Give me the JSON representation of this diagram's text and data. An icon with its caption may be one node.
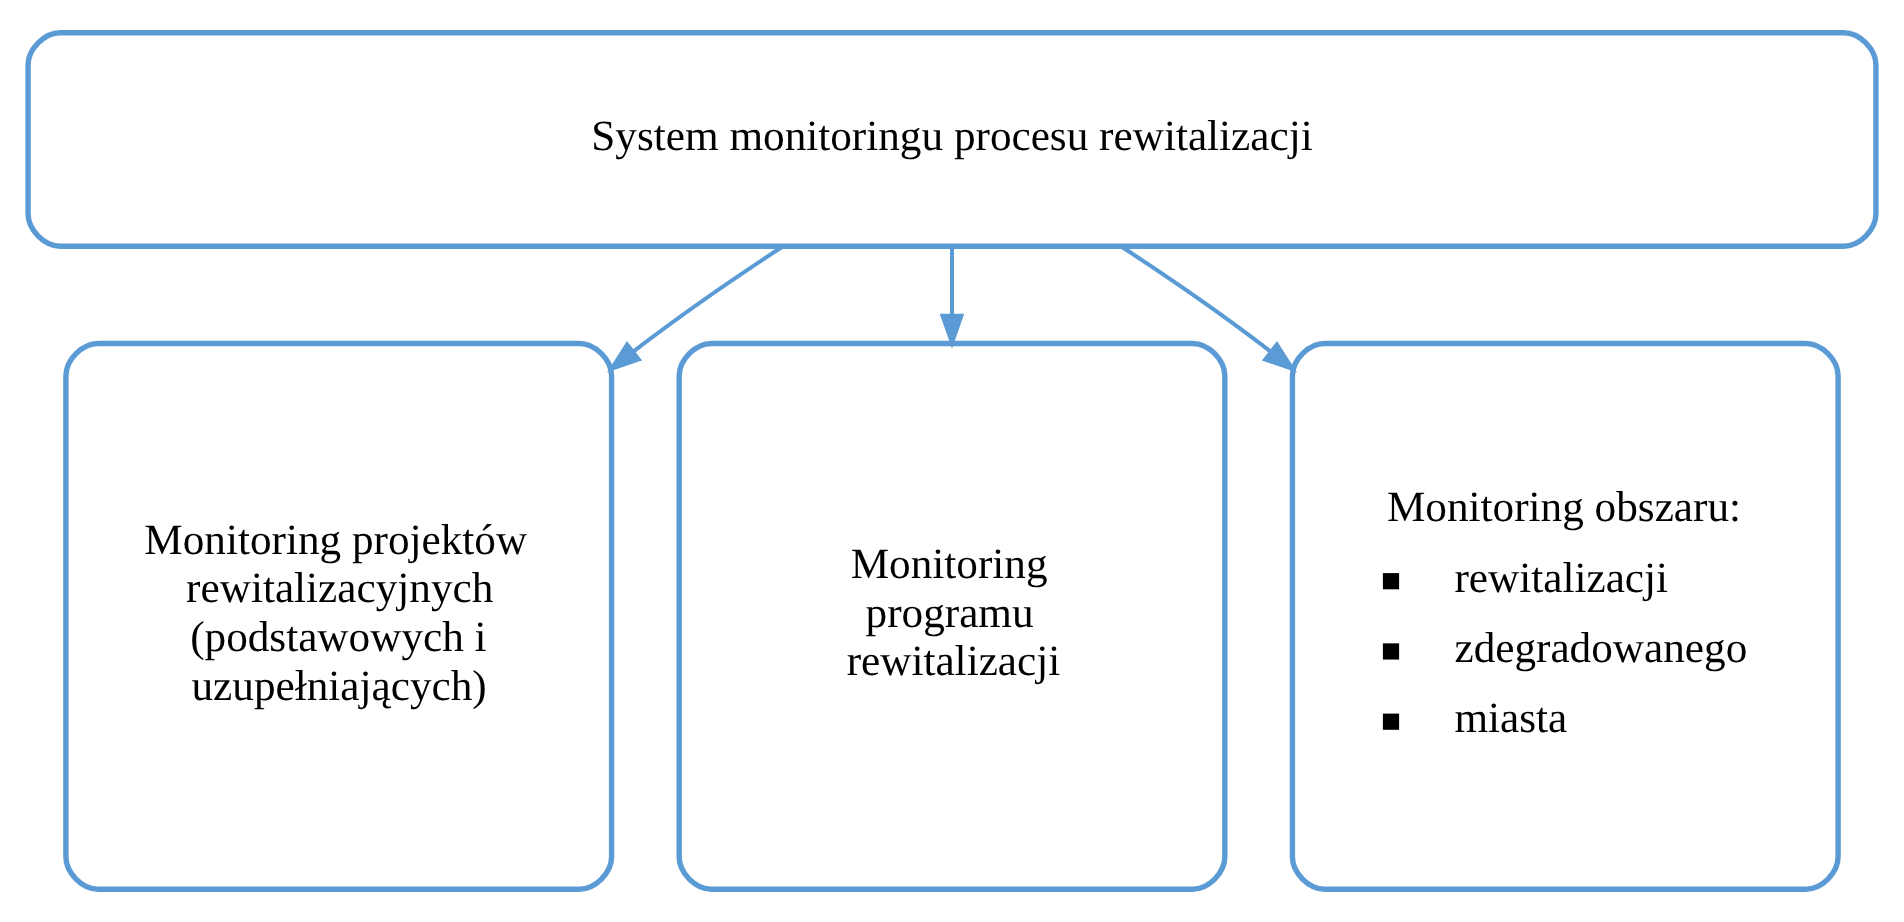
{
  "diagram": {
    "nodes": [
      {
        "text": [
          "System monitoringu procesu rewitalizacji"
        ]
      },
      {
        "text": [
          "Monitoring projektów rewitalizacyjnych (podstawowych i uzupełniających)"
        ]
      },
      {
        "text": [
          "Monitoring programu rewitalizacji"
        ]
      },
      {
        "text": [
          "Monitoring obszaru:",
          "rewitalizacji",
          "zdegradowanego",
          "miasta"
        ]
      }
    ],
    "edges": [
      {
        "from": 0,
        "to": 1,
        "arrow": "to"
      },
      {
        "from": 0,
        "to": 2,
        "arrow": "to"
      },
      {
        "from": 0,
        "to": 3,
        "arrow": "to"
      }
    ]
  }
}
